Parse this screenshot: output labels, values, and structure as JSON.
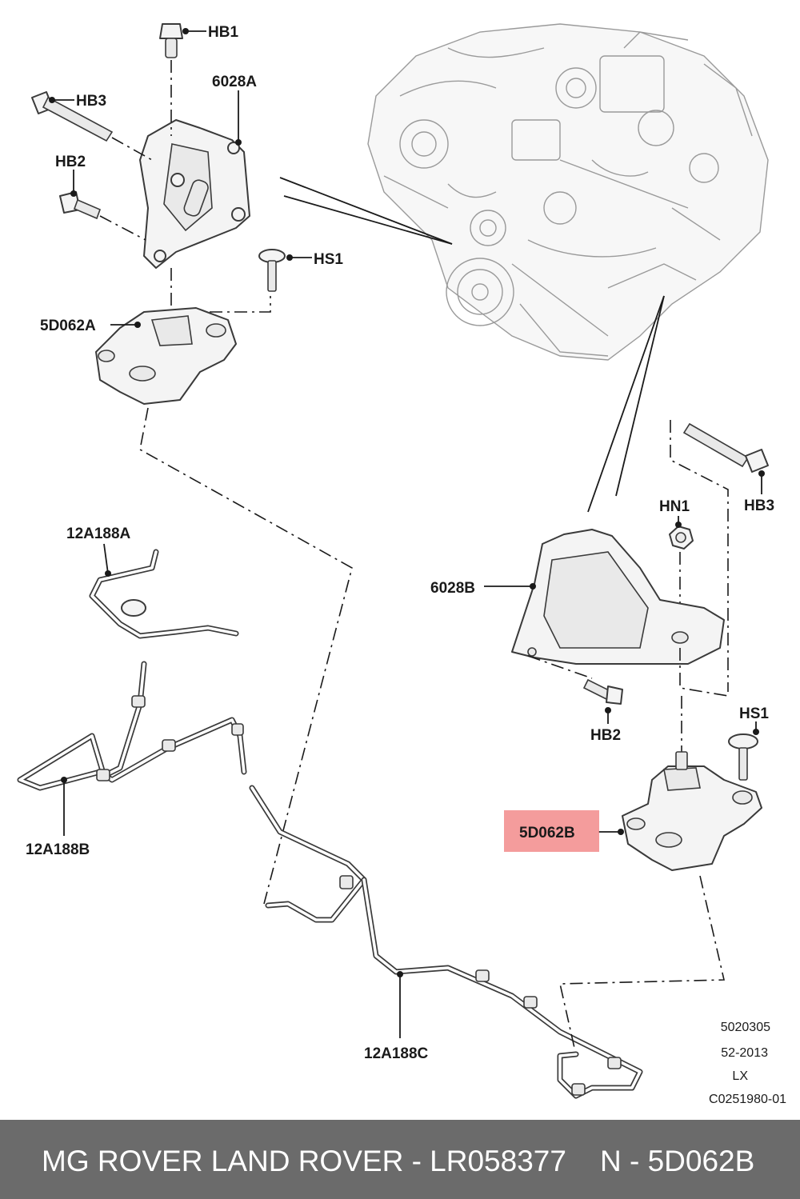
{
  "labels": {
    "hb1": "HB1",
    "hb3_top": "HB3",
    "hb2_top": "HB2",
    "bracket_a": "6028A",
    "hs1_top": "HS1",
    "mount_a": "5D062A",
    "hose_a": "12A188A",
    "hose_b": "12A188B",
    "hose_c": "12A188C",
    "hn1": "HN1",
    "hb3_right": "HB3",
    "bracket_b": "6028B",
    "hb2_right": "HB2",
    "hs1_right": "HS1",
    "mount_b": "5D062B"
  },
  "highlight": {
    "label": "5D062B",
    "color": "#f28b8b"
  },
  "codes": {
    "c1": "5020305",
    "c2": "52-2013",
    "c3": "LX",
    "c4": "C0251980-01"
  },
  "footer": {
    "left": "MG ROVER LAND ROVER - LR058377",
    "right": "N - 5D062B",
    "bg_color": "#6b6b6b"
  }
}
